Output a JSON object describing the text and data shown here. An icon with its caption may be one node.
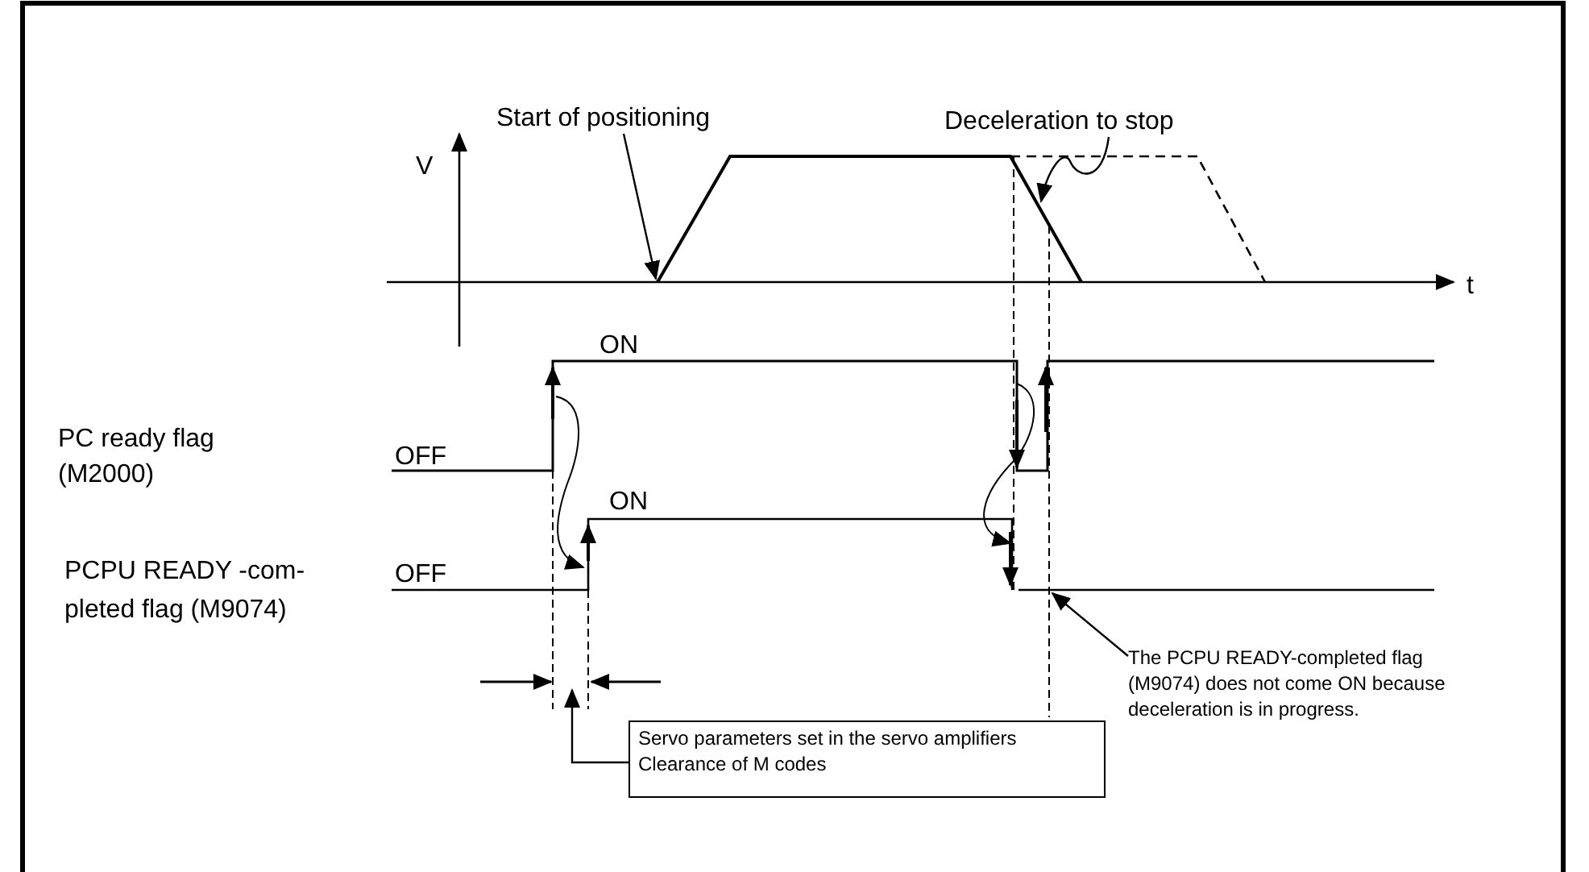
{
  "diagram": {
    "nodes": [
      {
        "text": [
          "Start of positioning"
        ]
      },
      {
        "text": [
          "Deceleration to stop"
        ]
      },
      {
        "text": [
          "Servo parameters set in the servo amplifiers Clearance of M codes"
        ]
      },
      {
        "text": [
          "The PCPU READY-completed flag (M9074) does not come ON because deceleration is in progress."
        ]
      }
    ],
    "edges": [
      {
        "from": 0,
        "to": null,
        "arrow": "to"
      },
      {
        "from": 1,
        "to": null,
        "arrow": "to"
      },
      {
        "from": 2,
        "to": null,
        "arrow": "to"
      },
      {
        "from": 3,
        "to": null,
        "arrow": "to"
      }
    ],
    "labels": [
      "V",
      "t",
      "ON",
      "PC ready flag (M2000)",
      "OFF",
      "ON",
      "PCPU READY -com- pleted flag (M9074)",
      "OFF"
    ]
  }
}
